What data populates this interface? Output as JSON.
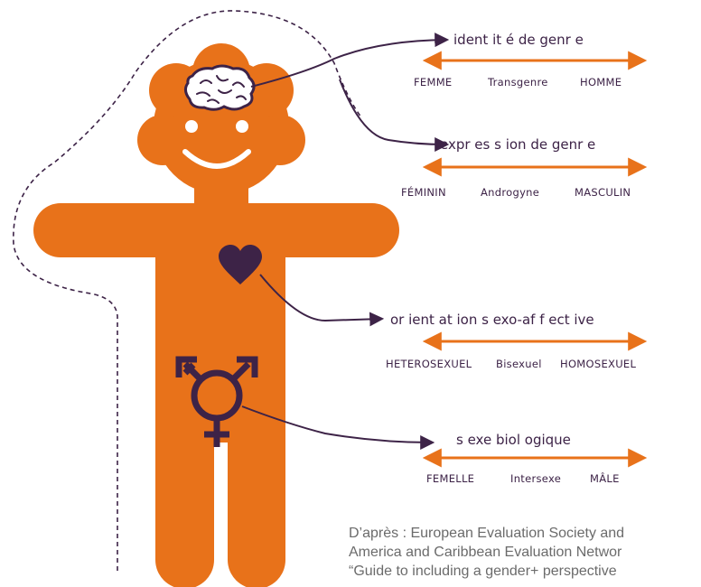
{
  "colors": {
    "body": "#e8721a",
    "accent": "#3d2347",
    "arrow": "#e8721a",
    "credit_text": "#6b6b6b"
  },
  "icons": [
    "brain-icon",
    "heart-icon",
    "transgender-symbol-icon"
  ],
  "dimensions": [
    {
      "title": "ident it é de genr e",
      "left": "FEMME",
      "middle": "Transgenre",
      "right": "HOMME"
    },
    {
      "title": "expr es s ion de genr e",
      "left": "FÉMININ",
      "middle": "Androgyne",
      "right": "MASCULIN"
    },
    {
      "title": "or ient at ion s exo-af f ect ive",
      "left": "HETEROSEXUEL",
      "middle": "Bisexuel",
      "right": "HOMOSEXUEL"
    },
    {
      "title": "s exe biol ogique",
      "left": "FEMELLE",
      "middle": "Intersexe",
      "right": "MÂLE"
    }
  ],
  "credit": {
    "line1": "D’après : European Evaluation Society and",
    "line2": "America and Caribbean Evaluation Networ",
    "line3": "“Guide to including a gender+ perspective"
  }
}
